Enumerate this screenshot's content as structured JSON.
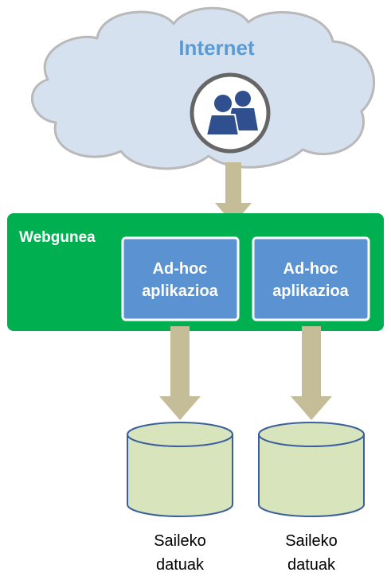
{
  "internet": {
    "label": "Internet",
    "icon": "users-icon"
  },
  "website": {
    "label": "Webgunea",
    "apps": [
      {
        "line1": "Ad-hoc",
        "line2": "aplikazioa"
      },
      {
        "line1": "Ad-hoc",
        "line2": "aplikazioa"
      }
    ]
  },
  "databases": [
    {
      "line1": "Saileko",
      "line2": "datuak"
    },
    {
      "line1": "Saileko",
      "line2": "datuak"
    }
  ],
  "colors": {
    "cloud_fill": "#d6e1ef",
    "cloud_stroke": "#b9b9b9",
    "internet_text": "#5b9bd5",
    "user_icon": "#2f4f8f",
    "ring": "#666666",
    "zone_fill": "#00b050",
    "zone_text": "#ffffff",
    "app_fill": "#5b92d2",
    "app_border": "#ffffff",
    "arrow": "#c4bd97",
    "db_fill": "#d8e4bc",
    "db_stroke": "#3b5f9c"
  }
}
